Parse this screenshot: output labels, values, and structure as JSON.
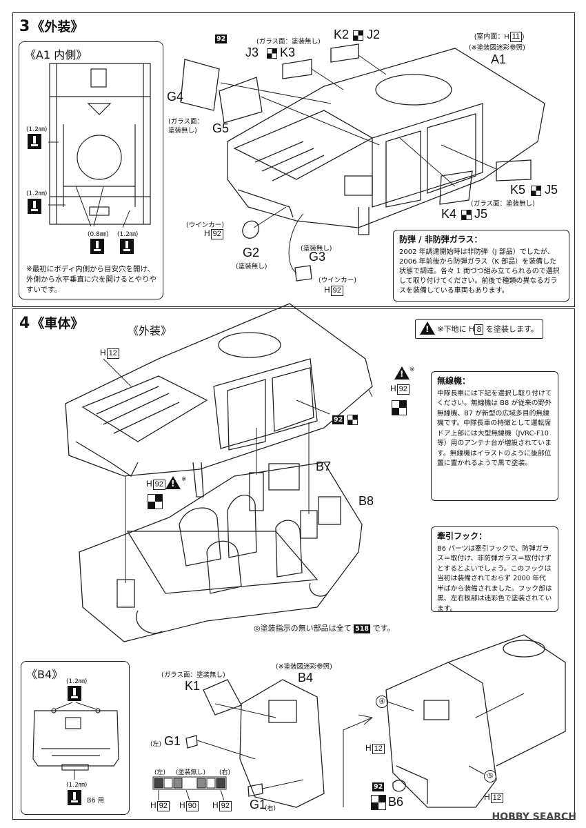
{
  "step3": {
    "number": "3",
    "title": "《外装》",
    "inset": {
      "title": "《A1 内側》",
      "drill_sizes": [
        "(1.2㎜)",
        "(1.2㎜)",
        "(0.8㎜)",
        "(1.2㎜)"
      ],
      "note": "※最初にボディ内側から目安穴を開け、外側から水平垂直に穴を開けるとやりやすいです。"
    },
    "paint_92": "92",
    "g4_g5_note": "(ガラス面：\n塗装無し)",
    "j3k3_note": "(ガラス面：塗装無し)",
    "parts": {
      "G4": "G4",
      "G5": "G5",
      "J3": "J3",
      "K3": "K3",
      "K2": "K2",
      "J2": "J2",
      "A1": "A1",
      "K5": "K5",
      "J5a": "J5",
      "K4": "K4",
      "J5b": "J5",
      "G2": "G2",
      "G3": "G3"
    },
    "a1_note_1": "(室内面：H",
    "a1_note_code": "11",
    "a1_note_2": "(※塗装図迷彩参照)",
    "k5_note": "(ガラス面：塗装無し)",
    "winker_1": "(ウインカー)",
    "winker_2": "(ウインカー)",
    "h92a": "92",
    "h92b": "92",
    "g2_note": "(塗装無し)",
    "g3_note": "(塗装無し)",
    "glass_box": {
      "title": "防弾 / 非防弾ガラス：",
      "body": "2002 年調達開始時は非防弾（J 部品）でしたが、2006 年前後から防弾ガラス（K 部品）を装備した状態で調達。各々 1 両づつ組み立てられるので選択して取り付けてください。前後で種類の異なるガラスを装備している車両もあります。"
    }
  },
  "step4": {
    "number": "4",
    "title": "《車体》",
    "exterior_label": "《外装》",
    "warn_note_1": "※下地に H",
    "warn_note_code": "8",
    "warn_note_2": " を塗装します。",
    "h12a": "12",
    "h92c": "92",
    "h92d": "92",
    "paint_92b": "92",
    "b7": "B7",
    "b8": "B8",
    "radio_box": {
      "title": "無線機：",
      "body": "中隊長車には下記を選択し取り付けてください。無線機は B8 が従来の野外無線機、B7 が新型の広域多目的無線機です。中隊長車の特徴として運転席ドア上部には大型無線機（JVRC-F10 等）用のアンテナ台が増設されています。無線機はイラストのように後部位置に置かれるようで黒で塗装。"
    },
    "hook_box": {
      "title": "牽引フック：",
      "body": "B6 パーツは牽引フックで、防弾ガラス＝取付け、非防弾ガラス＝取付けずとするとよいでしょう。このフックは当初は装備されておらず 2000 年代半ばから装備されました。フック部は黒、左右板部は迷彩色で塗装されています。"
    },
    "default_paint_1": "◎塗装指示の無い部品は全て",
    "default_paint_code": "518",
    "default_paint_2": "です。",
    "b4_inset": {
      "title": "《B4》",
      "drill_top": "(1.2㎜)",
      "drill_bottom": "(1.2㎜)",
      "b6_use": "B6 用"
    },
    "k1_note": "(ガラス面：塗装無し)",
    "k1": "K1",
    "b4_note": "(※塗装図迷彩参照)",
    "b4": "B4",
    "g1_left_side": "(左)",
    "g1a": "G1",
    "g1b": "G1",
    "g1_right_side": "(右)",
    "lights": {
      "no_paint": "(塗装無し)",
      "left": "(左)",
      "right": "(右)",
      "h92_left": "92",
      "h90": "90",
      "h92_right": "92"
    },
    "circ4": "④",
    "circ5": "⑤",
    "h12b": "12",
    "h12c": "12",
    "b6": "B6",
    "paint_92c": "92"
  },
  "watermark": "HOBBY SEARCH"
}
